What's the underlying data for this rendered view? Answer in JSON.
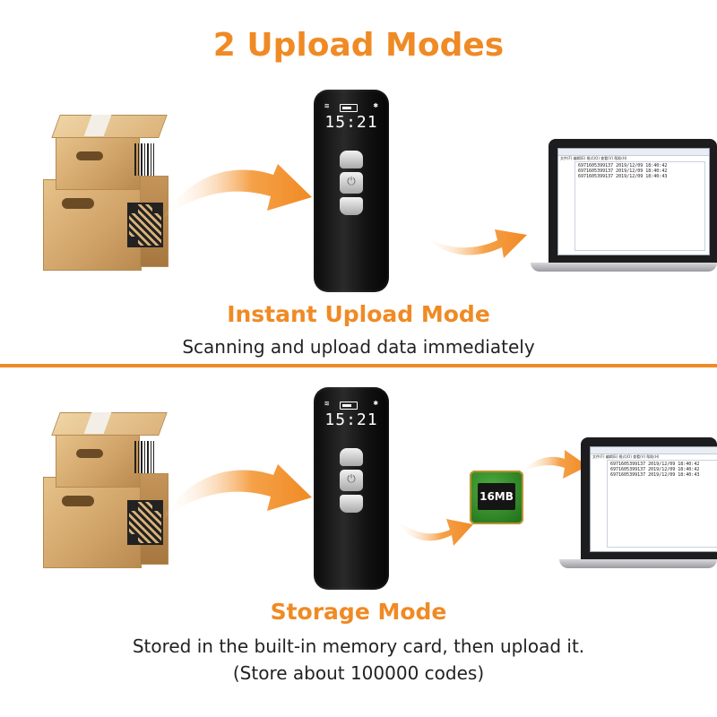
{
  "title": "2 Upload Modes",
  "instant": {
    "title": "Instant Upload Mode",
    "description": "Scanning and upload data immediately"
  },
  "storage": {
    "title": "Storage Mode",
    "description_line1": "Stored in the built-in memory card, then upload it.",
    "description_line2": "(Store about 100000 codes)",
    "chip_label": "16MB"
  },
  "scanner": {
    "time": "15:21",
    "bluetooth_symbol": "✱"
  },
  "laptop_window": {
    "menu": "文件(F)  编辑(E)  格式(O)  查看(V)  帮助(H)",
    "lines": [
      "6971605399137  2019/12/09 18:40:42",
      "6971605399137  2019/12/09 18:40:42",
      "6971605399137  2019/12/09 18:40:43"
    ]
  },
  "colors": {
    "accent": "#F08A24",
    "text": "#222222"
  }
}
